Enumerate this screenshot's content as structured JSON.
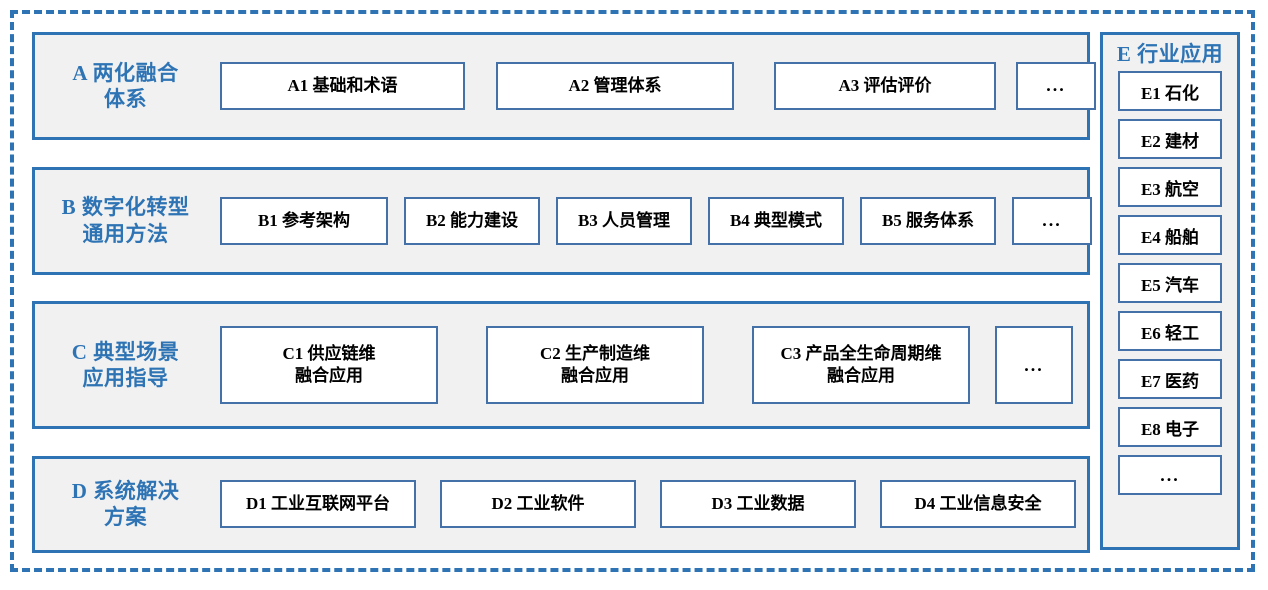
{
  "diagram": {
    "layers": [
      {
        "code": "A",
        "title_line1": "A 两化融合",
        "title_line2": "体系",
        "items": [
          {
            "label": "A1 基础和术语"
          },
          {
            "label": "A2 管理体系"
          },
          {
            "label": "A3 评估评价"
          },
          {
            "label": "..."
          }
        ]
      },
      {
        "code": "B",
        "title_line1": "B 数字化转型",
        "title_line2": "通用方法",
        "items": [
          {
            "label": "B1 参考架构"
          },
          {
            "label": "B2 能力建设"
          },
          {
            "label": "B3 人员管理"
          },
          {
            "label": "B4 典型模式"
          },
          {
            "label": "B5 服务体系"
          },
          {
            "label": "..."
          }
        ]
      },
      {
        "code": "C",
        "title_line1": "C 典型场景",
        "title_line2": "应用指导",
        "items": [
          {
            "label_line1": "C1 供应链维",
            "label_line2": "融合应用"
          },
          {
            "label_line1": "C2 生产制造维",
            "label_line2": "融合应用"
          },
          {
            "label_line1": "C3 产品全生命周期维",
            "label_line2": "融合应用"
          },
          {
            "label_line1": "...",
            "label_line2": ""
          }
        ]
      },
      {
        "code": "D",
        "title_line1": "D 系统解决",
        "title_line2": "方案",
        "items": [
          {
            "label": "D1 工业互联网平台"
          },
          {
            "label": "D2 工业软件"
          },
          {
            "label": "D3 工业数据"
          },
          {
            "label": "D4 工业信息安全"
          }
        ]
      }
    ],
    "industry_column": {
      "title": "E 行业应用",
      "items": [
        {
          "label": "E1 石化"
        },
        {
          "label": "E2 建材"
        },
        {
          "label": "E3 航空"
        },
        {
          "label": "E4 船舶"
        },
        {
          "label": "E5 汽车"
        },
        {
          "label": "E6 轻工"
        },
        {
          "label": "E7 医药"
        },
        {
          "label": "E8 电子"
        },
        {
          "label": "..."
        }
      ]
    },
    "colors": {
      "accent_blue": "#2E74B5",
      "box_border_blue": "#4472A8",
      "layer_fill": "#F1F1F1",
      "box_fill": "#FFFFFF",
      "text_black": "#000000"
    }
  }
}
